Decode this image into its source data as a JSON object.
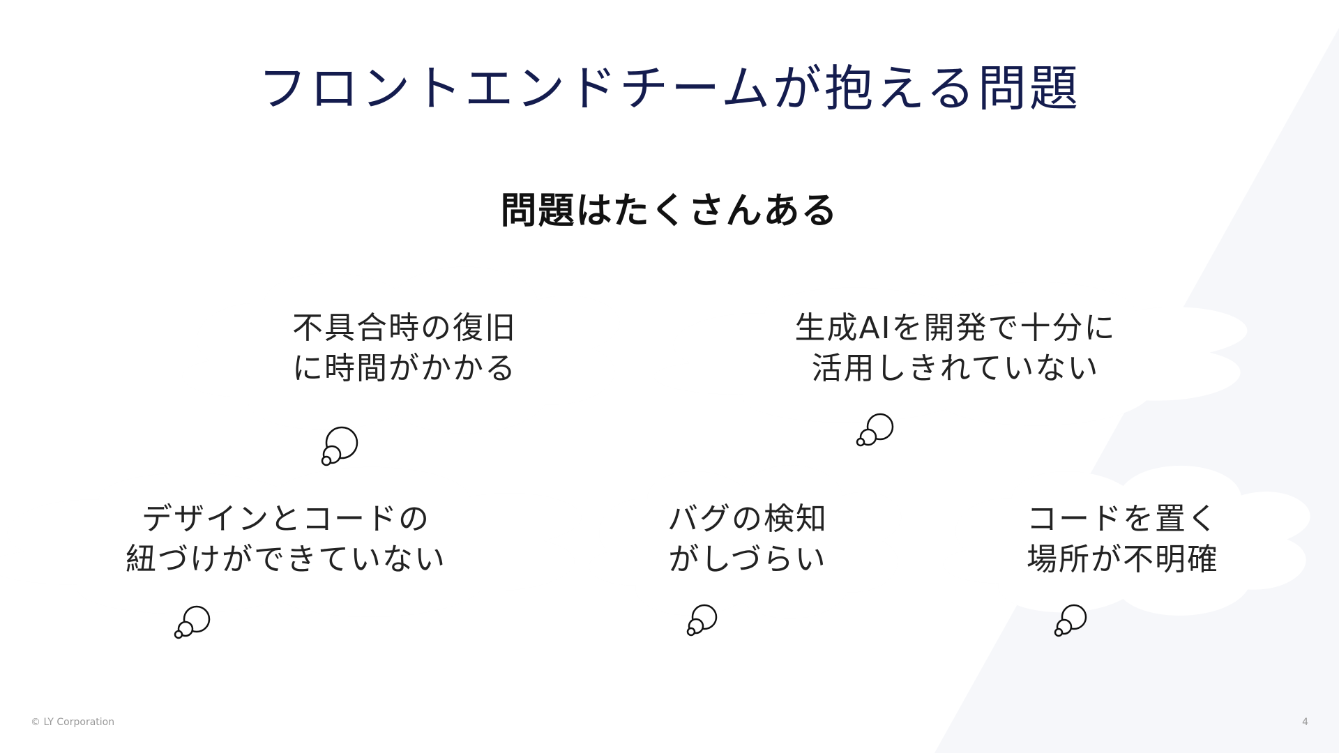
{
  "slide": {
    "title": "フロントエンドチームが抱える問題",
    "subtitle": "問題はたくさんある",
    "bubbles": [
      {
        "lines": [
          "不具合時の復旧",
          "に時間がかかる"
        ]
      },
      {
        "lines": [
          "生成AIを開発で十分に",
          "活用しきれていない"
        ]
      },
      {
        "lines": [
          "デザインとコードの",
          "紐づけができていない"
        ]
      },
      {
        "lines": [
          "バグの検知",
          "がしづらい"
        ]
      },
      {
        "lines": [
          "コードを置く",
          "場所が不明確"
        ]
      }
    ]
  },
  "footer": {
    "copyright": "© LY Corporation",
    "page_number": "4"
  },
  "colors": {
    "title": "#141c4e",
    "background_shape": "#f6f7fa",
    "cloud_stroke": "#111111"
  }
}
